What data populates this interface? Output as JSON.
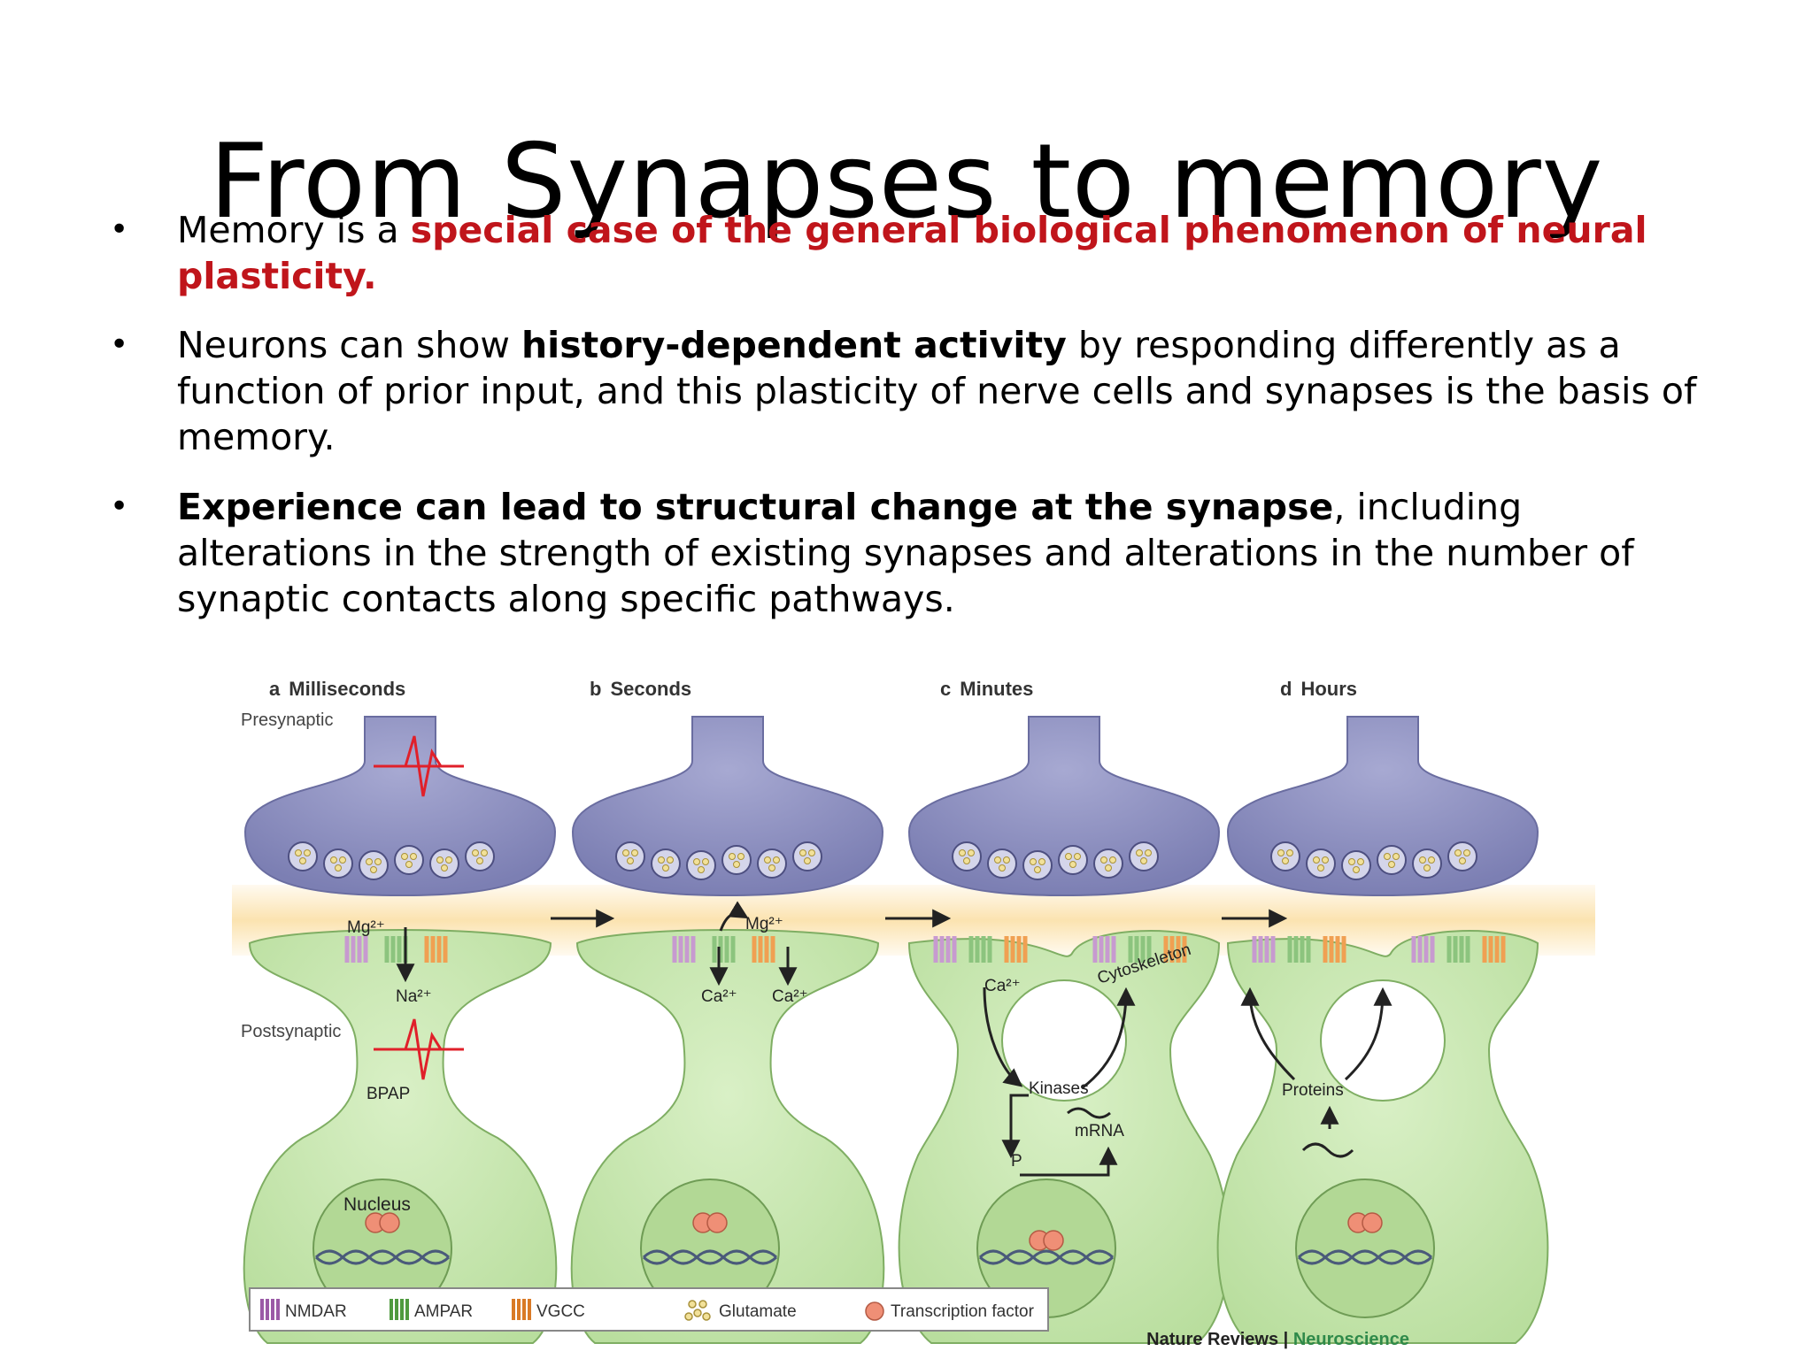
{
  "slide": {
    "title": "From Synapses to memory",
    "bullets": [
      {
        "parts": [
          {
            "text": "Memory is a ",
            "style": "normal"
          },
          {
            "text": "special case of the general biological phenomenon of neural plasticity.",
            "style": "red-bold"
          }
        ]
      },
      {
        "parts": [
          {
            "text": "Neurons can show ",
            "style": "normal"
          },
          {
            "text": "history-dependent activity",
            "style": "bold"
          },
          {
            "text": " by responding differently as a function of prior input, and this plasticity of nerve cells and synapses is the basis of memory.",
            "style": "normal"
          }
        ]
      },
      {
        "parts": [
          {
            "text": "Experience can lead to structural change at the synapse",
            "style": "bold"
          },
          {
            "text": ", including alterations in the strength of existing synapses and alterations in the number of synaptic contacts along specific pathways.",
            "style": "normal"
          }
        ]
      }
    ],
    "bullet_glyph": "•"
  },
  "figure": {
    "panels": [
      {
        "letter": "a",
        "title": "Milliseconds"
      },
      {
        "letter": "b",
        "title": "Seconds"
      },
      {
        "letter": "c",
        "title": "Minutes"
      },
      {
        "letter": "d",
        "title": "Hours"
      }
    ],
    "labels": {
      "presynaptic": "Presynaptic",
      "postsynaptic": "Postsynaptic",
      "mg": "Mg²⁺",
      "na": "Na²⁺",
      "ca": "Ca²⁺",
      "bpap": "BPAP",
      "nucleus": "Nucleus",
      "cytoskeleton": "Cytoskeleton",
      "kinases": "Kinases",
      "mrna": "mRNA",
      "p": "P",
      "proteins": "Proteins"
    },
    "legend": [
      "NMDAR",
      "AMPAR",
      "VGCC",
      "Glutamate",
      "Transcription factor"
    ],
    "credit": {
      "publisher": "Nature Reviews",
      "separator": " | ",
      "journal": "Neuroscience"
    },
    "colors": {
      "presynaptic": "#8e90bf",
      "postsynaptic": "#c9e7b1",
      "cleft": "#fbe6b8",
      "signal": "#e0202a",
      "nmdar": "#c79ad0",
      "ampar": "#8cc47e",
      "vgcc": "#f0a052",
      "factor": "#ef8f76",
      "credit_journal": "#2f8a4a"
    }
  }
}
